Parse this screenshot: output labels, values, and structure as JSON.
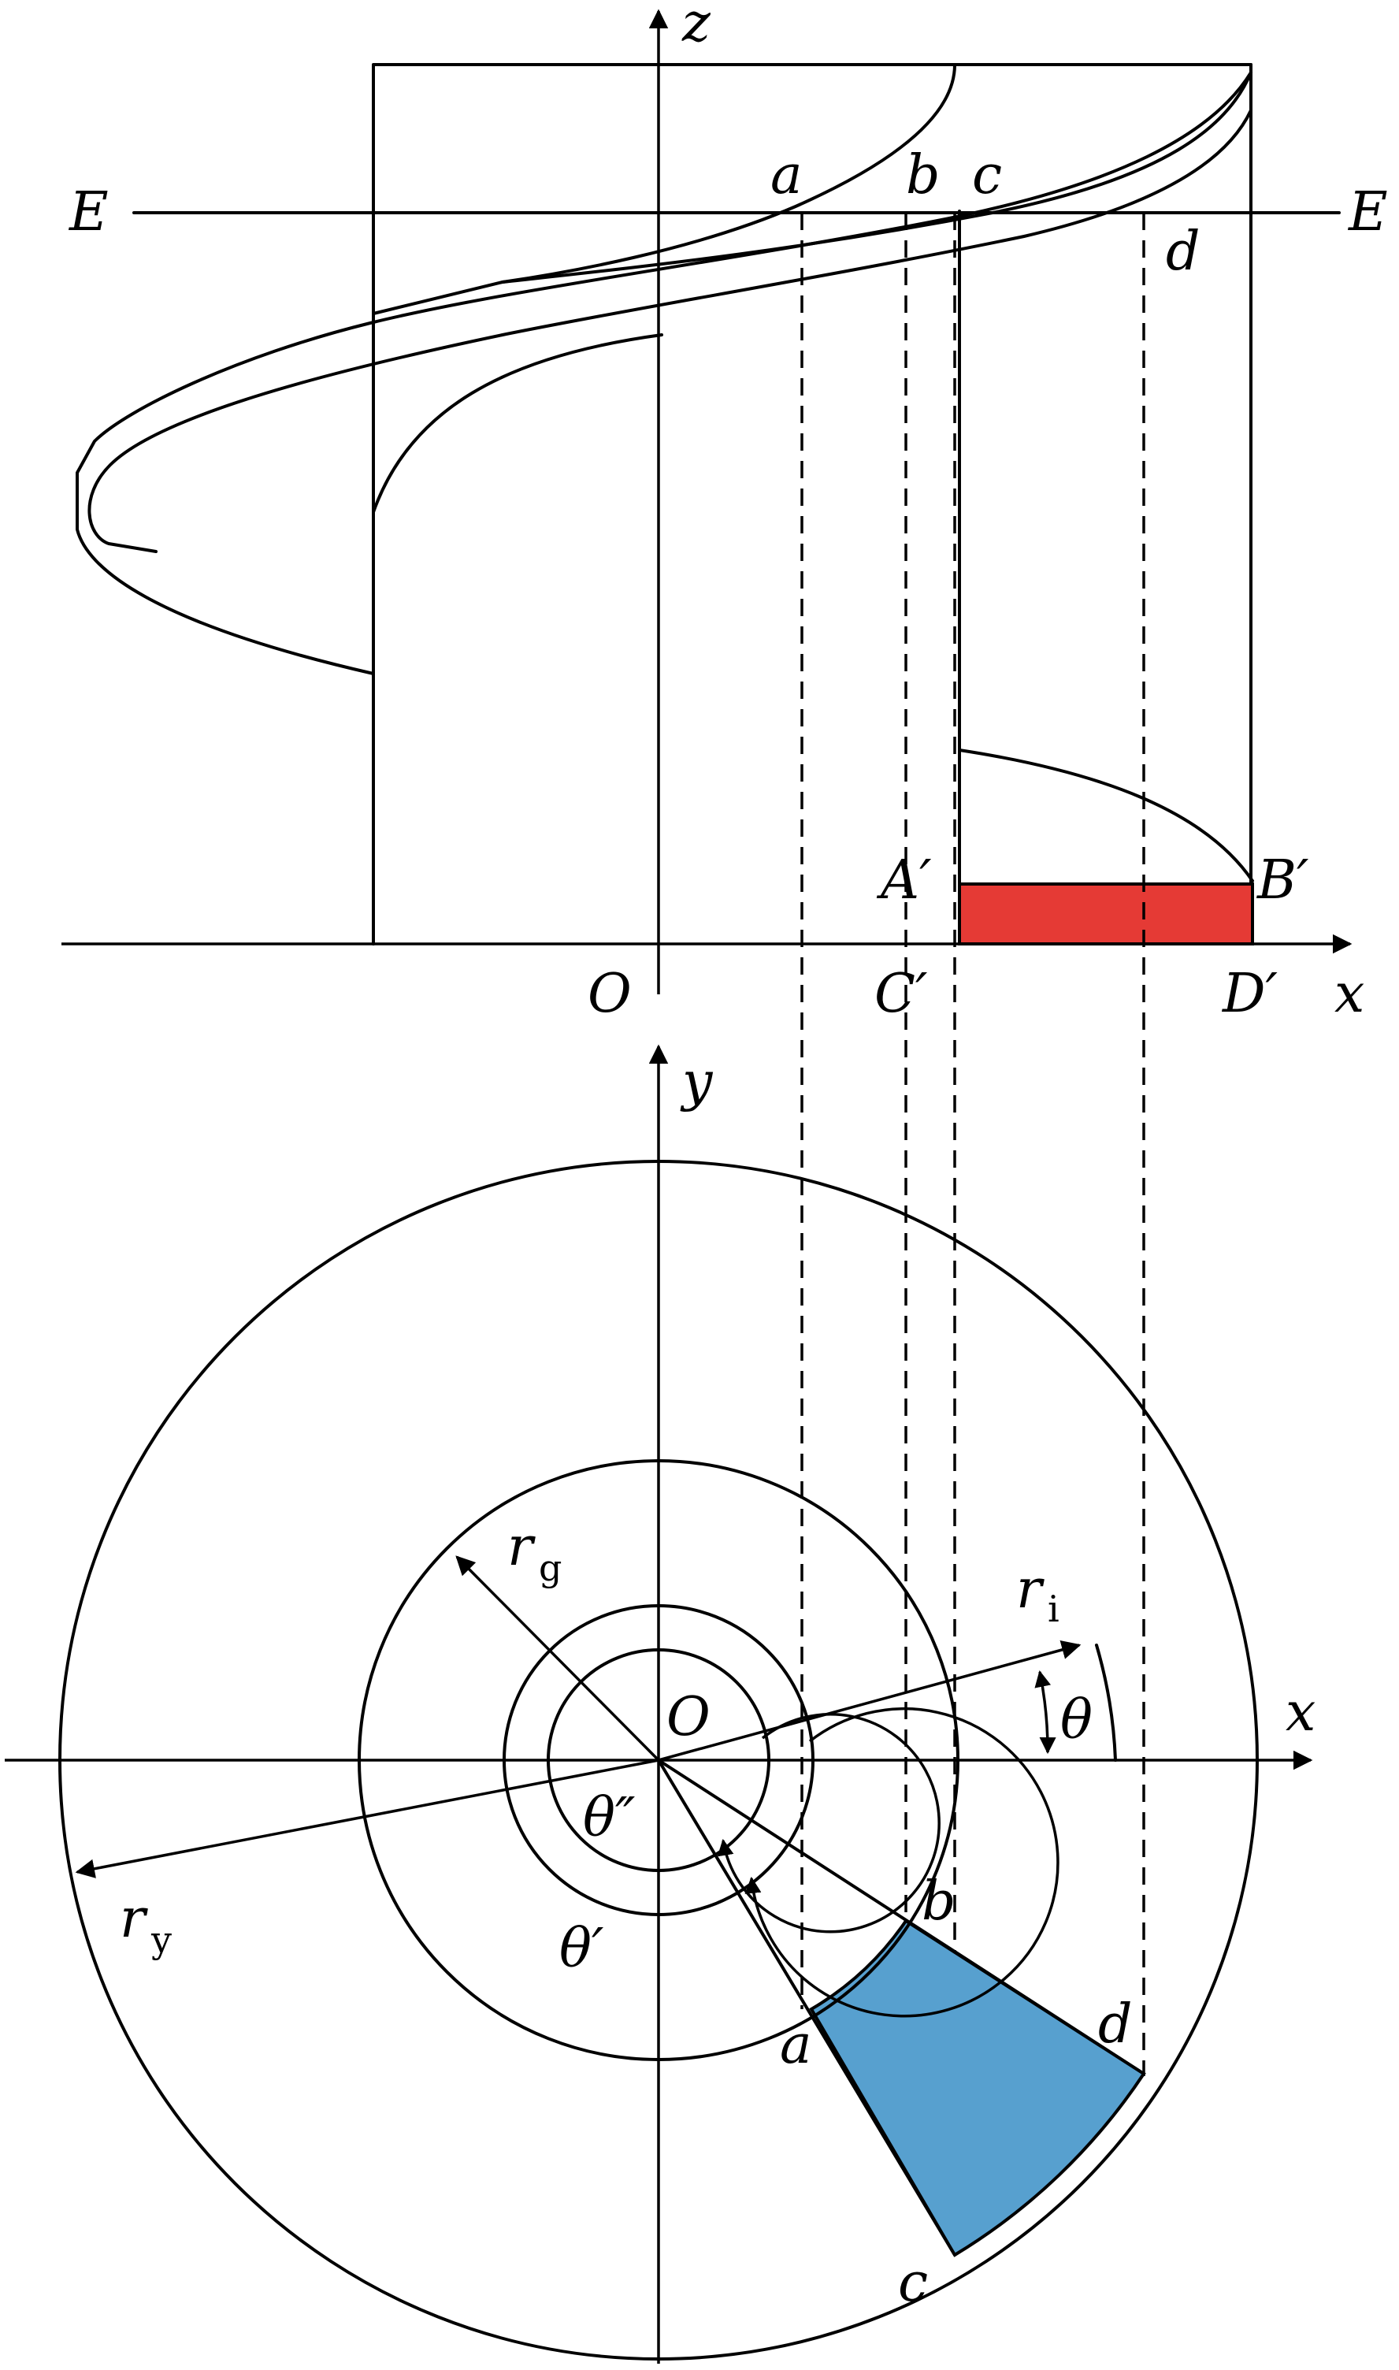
{
  "colors": {
    "line": "#000000",
    "red_region": "#e53a35",
    "blue_region": "#57a0cf",
    "background": "#ffffff"
  },
  "top_view": {
    "axis_z": "z",
    "axis_x": "x",
    "origin": "O",
    "plane_left": "E",
    "plane_right": "E",
    "point_a": "a",
    "point_b": "b",
    "point_c": "c",
    "point_d": "d",
    "point_A_prime": "A′",
    "point_B_prime": "B′",
    "point_C_prime": "C′",
    "point_D_prime": "D′"
  },
  "bottom_view": {
    "axis_y": "y",
    "axis_x": "x",
    "origin": "O",
    "r_g_main": "r",
    "r_g_sub": "g",
    "r_i_main": "r",
    "r_i_sub": "i",
    "r_y_main": "r",
    "r_y_sub": "y",
    "theta": "θ",
    "theta_prime": "θ′",
    "theta_double_prime": "θ″",
    "point_a": "a",
    "point_b": "b",
    "point_c": "c",
    "point_d": "d"
  }
}
